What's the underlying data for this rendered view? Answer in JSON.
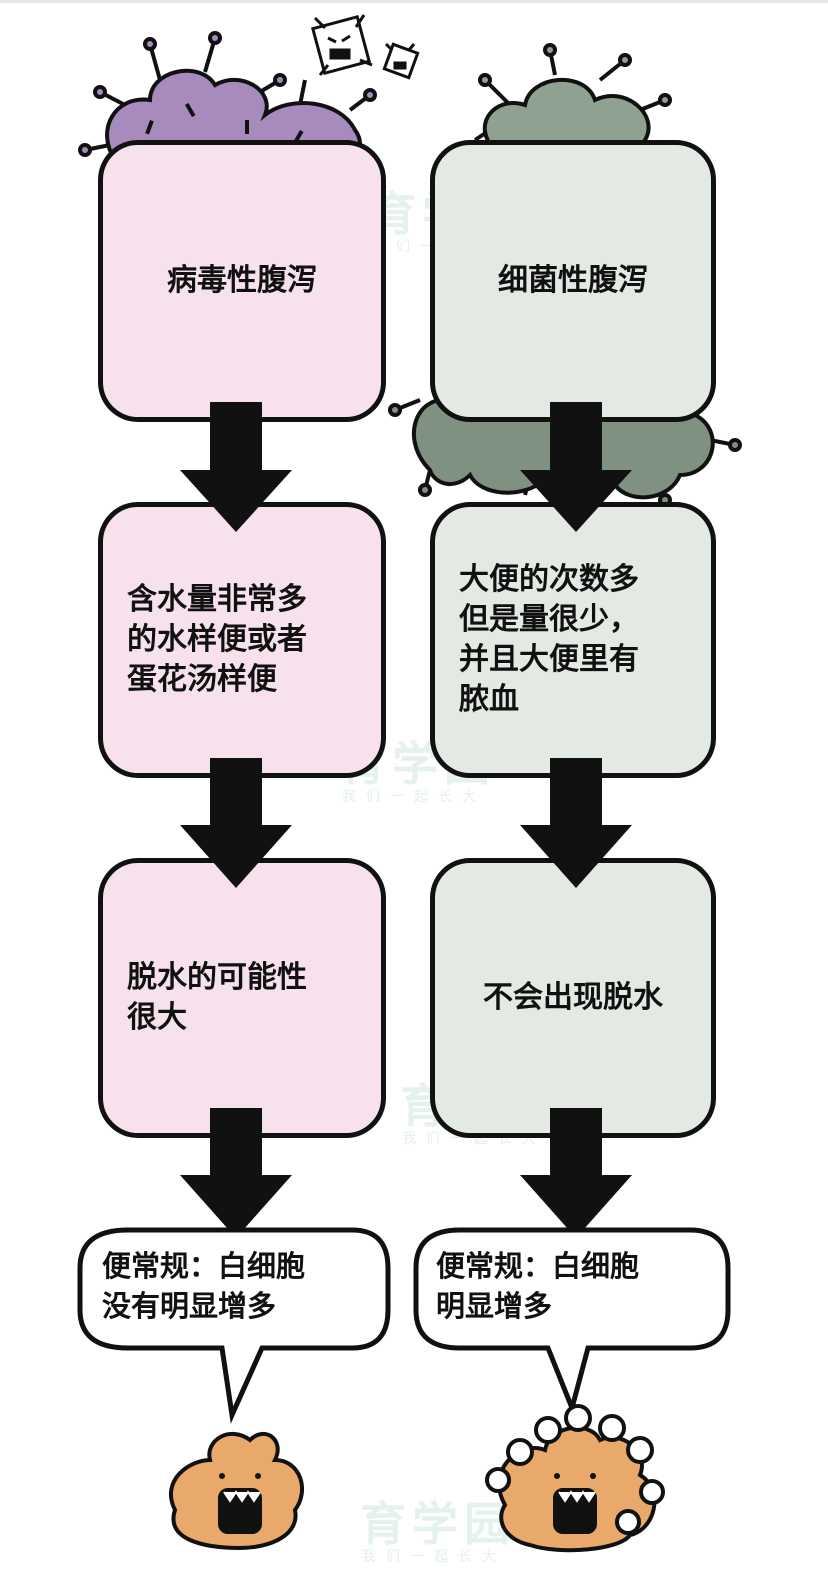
{
  "colors": {
    "virus_fill": "#f6e1ec",
    "bacteria_fill": "#e3e9e3",
    "virus_germ": "#a88bbd",
    "bacteria_germ": "#8fa292",
    "arrow": "#111111",
    "poop": "#e8a96a",
    "watermark": "#cfe8dc"
  },
  "left_column": {
    "title": "病毒性腹泻",
    "stool": "含水量非常多\n的水样便或者\n蛋花汤样便",
    "dehydration": "脱水的可能性\n很大",
    "bubble": "便常规：白细胞\n没有明显增多"
  },
  "right_column": {
    "title": "细菌性腹泻",
    "stool": "大便的次数多\n但是量很少，\n并且大便里有\n脓血",
    "dehydration": "不会出现脱水",
    "bubble": "便常规：白细胞\n明显增多"
  },
  "watermark": {
    "name": "育学园",
    "slogan": "我们一起长大"
  },
  "icons": [
    "virus-germ-icon",
    "bacteria-germ-icon",
    "angry-germ-icon",
    "poop-character-icon",
    "down-arrow-icon"
  ]
}
